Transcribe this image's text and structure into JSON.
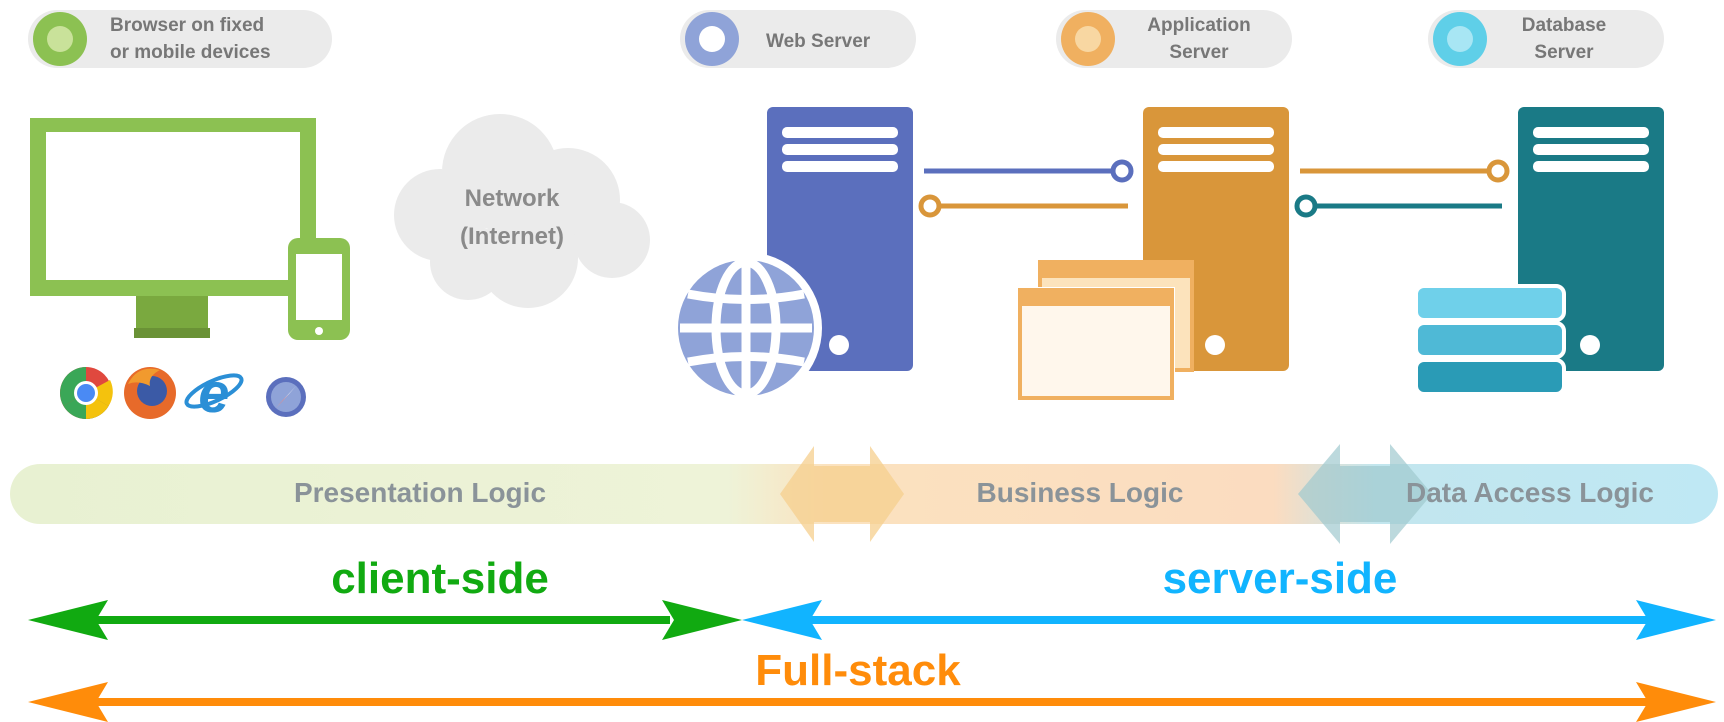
{
  "legend": {
    "browser": {
      "line1": "Browser on fixed",
      "line2": "or mobile devices",
      "color": "#8cc152"
    },
    "web_server": {
      "line1": "Web Server",
      "color": "#8fa3d8"
    },
    "app_server": {
      "line1": "Application",
      "line2": "Server",
      "color": "#f0b060"
    },
    "db_server": {
      "line1": "Database",
      "line2": "Server",
      "color": "#5fcfe8"
    }
  },
  "network": {
    "line1": "Network",
    "line2": "(Internet)"
  },
  "bands": {
    "presentation": "Presentation Logic",
    "business": "Business Logic",
    "data_access": "Data Access Logic"
  },
  "spans": {
    "client_side": {
      "label": "client-side",
      "color": "#11aa11"
    },
    "server_side": {
      "label": "server-side",
      "color": "#11b4ff"
    },
    "full_stack": {
      "label": "Full-stack",
      "color": "#ff8c0a"
    }
  },
  "colors": {
    "monitor_green": "#8cc152",
    "web_blue": "#5b6fbd",
    "app_orange": "#d9963a",
    "db_teal": "#1a7a86",
    "db_stack_blue": "#5ec8e4"
  },
  "icons": [
    "chrome-icon",
    "firefox-icon",
    "ie-icon",
    "safari-icon",
    "globe-icon"
  ]
}
